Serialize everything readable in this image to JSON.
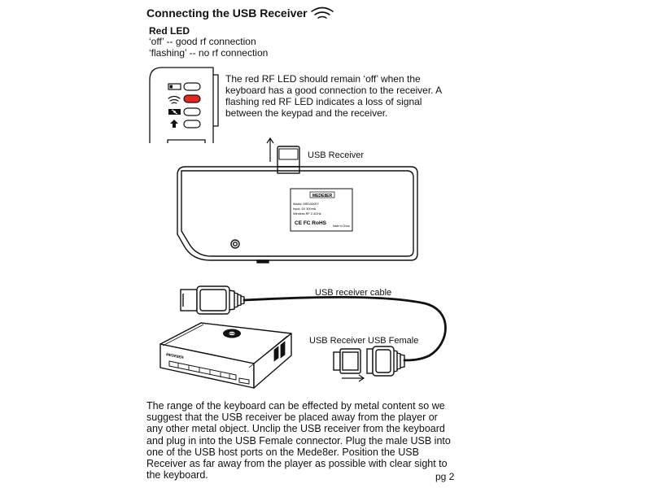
{
  "title": "Connecting the USB Receiver",
  "led": {
    "heading": "Red LED",
    "off_line": "‘off’  -- good rf connection",
    "flash_line": "‘flashing’ -- no rf connection",
    "description": "The red RF LED should remain ‘off’ when the keyboard has a good connection to the receiver. A flashing red RF LED indicates a loss of signal between the keypad and the receiver."
  },
  "labels": {
    "usb_receiver_top": "USB Receiver",
    "cable": "USB receiver cable",
    "usb_receiver_bottom": "USB Receiver",
    "usb_female": "USB Female"
  },
  "sticker": {
    "brand": "MEDE8ER",
    "model": "Model: MEDIAKEY",
    "input": "Input: 5V      300mA",
    "wireless": "Wireless RF 2.4GHz",
    "marks": "CE FC RoHS",
    "made": "Made in China"
  },
  "player_brand": "MEDE8ER",
  "body_text": "The range of the keyboard can be effected by metal content so we suggest that the USB receiver be placed away from the player or any other metal object. Unclip the USB receiver from the keyboard and plug in into the USB Female connector. Plug the male USB into one of the USB host ports on the Mede8er. Position the USB Receiver as far away from the player as possible with clear sight to the keyboard.",
  "page_number": "pg 2",
  "colors": {
    "led_red": "#e8261e",
    "ink": "#111111"
  }
}
